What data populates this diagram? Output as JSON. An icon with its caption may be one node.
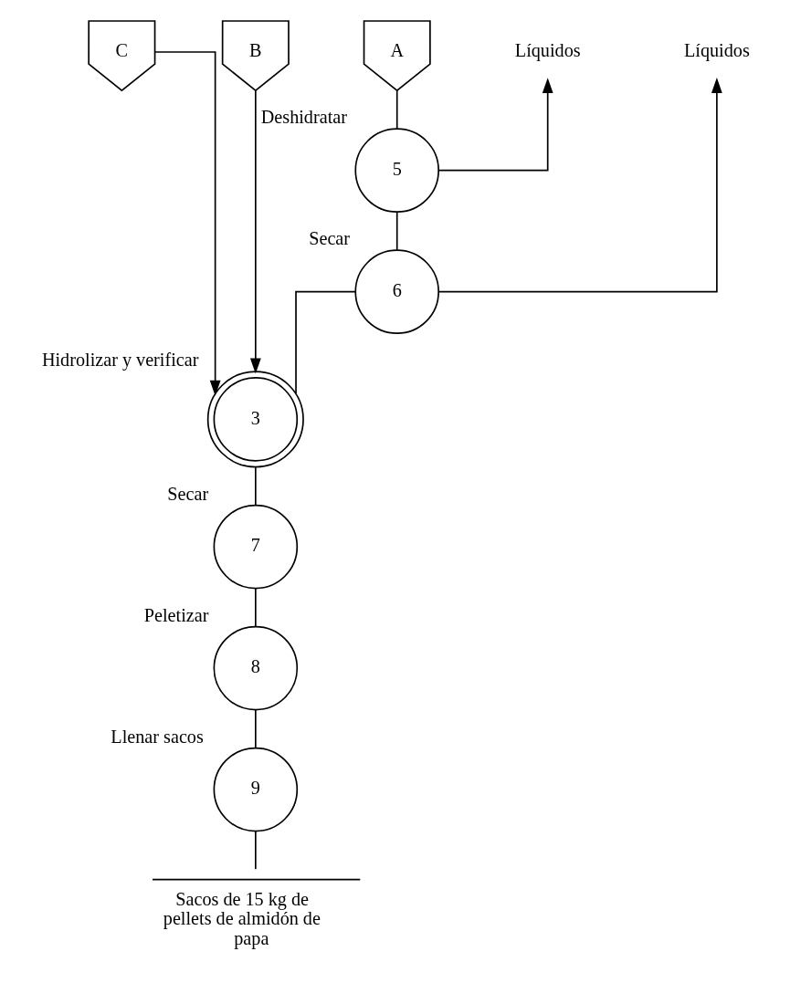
{
  "diagram": {
    "nodes": [
      {
        "text": [
          "C"
        ]
      },
      {
        "text": [
          "B"
        ]
      },
      {
        "text": [
          "A"
        ]
      },
      {
        "text": [
          "5"
        ],
        "beside": [
          "Deshidratar"
        ]
      },
      {
        "text": [
          "6"
        ],
        "beside": [
          "Secar"
        ]
      },
      {
        "text": [
          "Líquidos"
        ]
      },
      {
        "text": [
          "Líquidos"
        ]
      },
      {
        "text": [
          "3"
        ],
        "beside": [
          "Hidrolizar y verificar"
        ]
      },
      {
        "text": [
          "7"
        ],
        "beside": [
          "Secar"
        ]
      },
      {
        "text": [
          "8"
        ],
        "beside": [
          "Peletizar"
        ]
      },
      {
        "text": [
          "9"
        ],
        "beside": [
          "Llenar sacos"
        ]
      },
      {
        "text": [
          "Sacos de 15 kg de pellets de almidón de papa"
        ]
      }
    ],
    "edges": [
      {
        "from": 2,
        "to": 3,
        "arrow": "none"
      },
      {
        "from": 3,
        "to": 4,
        "arrow": "none"
      },
      {
        "from": 3,
        "to": 5,
        "arrow": "to"
      },
      {
        "from": 4,
        "to": 7,
        "arrow": "none"
      },
      {
        "from": 1,
        "to": 7,
        "arrow": "to"
      },
      {
        "from": 0,
        "to": 7,
        "arrow": "to"
      },
      {
        "from": 4,
        "to": 6,
        "arrow": "to"
      },
      {
        "from": 7,
        "to": 8,
        "arrow": "none"
      },
      {
        "from": 8,
        "to": 9,
        "arrow": "none"
      },
      {
        "from": 9,
        "to": 10,
        "arrow": "none"
      },
      {
        "from": 10,
        "to": 11,
        "arrow": "none"
      }
    ]
  }
}
